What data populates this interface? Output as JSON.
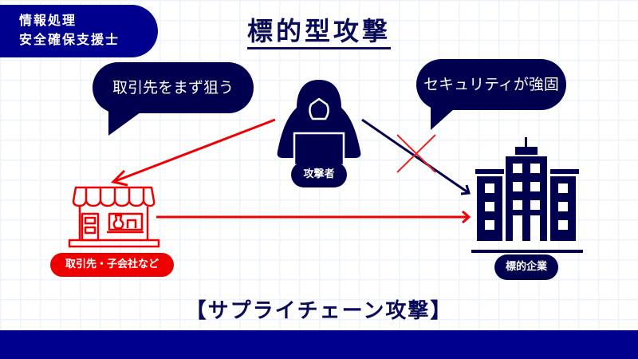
{
  "badge": {
    "line1": "情報処理",
    "line2": "安全確保支援士"
  },
  "title": "標的型攻撃",
  "bubbles": {
    "left": "取引先をまず狙う",
    "right": "セキュリティが強固"
  },
  "actors": {
    "attacker": {
      "label": "攻撃者",
      "icon": "hooded-hacker-laptop-icon"
    },
    "supplier": {
      "label": "取引先・子会社など",
      "icon": "storefront-icon"
    },
    "target": {
      "label": "標的企業",
      "icon": "office-building-icon"
    }
  },
  "subtitle": "【サプライチェーン攻撃】",
  "colors": {
    "navy": "#00004f",
    "badge_blue": "#00008f",
    "red": "#ee0000",
    "grid": "#eef3fb"
  }
}
